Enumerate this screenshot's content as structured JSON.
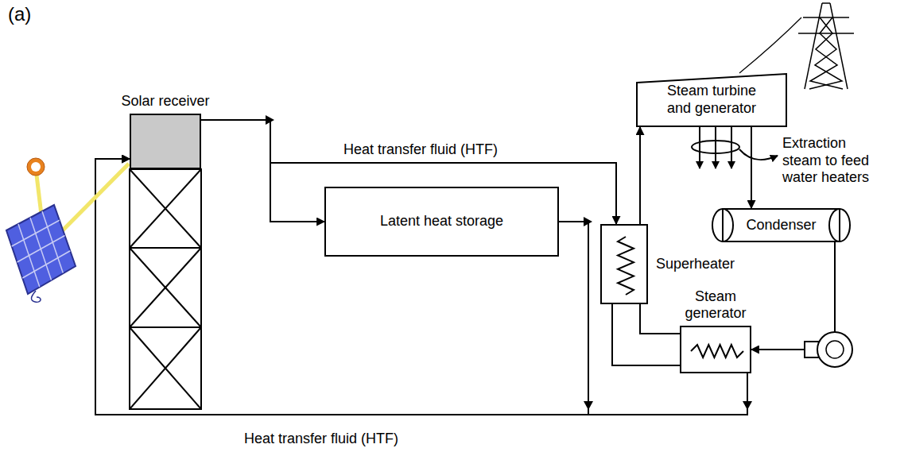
{
  "diagram": {
    "nodes": [
      {
        "text": [
          "Solar receiver"
        ]
      },
      {
        "text": [
          "Steam turbine and generator"
        ]
      },
      {
        "text": [
          "Condenser"
        ]
      },
      {
        "text": [
          "Latent heat storage"
        ]
      },
      {
        "text": [
          "Superheater"
        ]
      },
      {
        "text": [
          "Steam generator"
        ]
      }
    ],
    "edges": [
      {
        "from": 0,
        "to": 4,
        "arrow": "to",
        "label": "Heat transfer fluid (HTF)"
      },
      {
        "from": 0,
        "to": 3,
        "arrow": "to"
      },
      {
        "from": 3,
        "to": 0,
        "arrow": "to"
      },
      {
        "from": 4,
        "to": 5,
        "arrow": "none"
      },
      {
        "from": 5,
        "to": 0,
        "arrow": "to",
        "label": "Heat transfer fluid (HTF)"
      },
      {
        "from": 5,
        "to": 4,
        "arrow": "none"
      },
      {
        "from": 4,
        "to": 1,
        "arrow": "to"
      },
      {
        "from": 1,
        "to": 2,
        "arrow": "to"
      },
      {
        "from": 2,
        "to": 5,
        "arrow": "to"
      }
    ],
    "labels": [
      "(a)",
      "Extraction steam to feed water heaters"
    ]
  }
}
